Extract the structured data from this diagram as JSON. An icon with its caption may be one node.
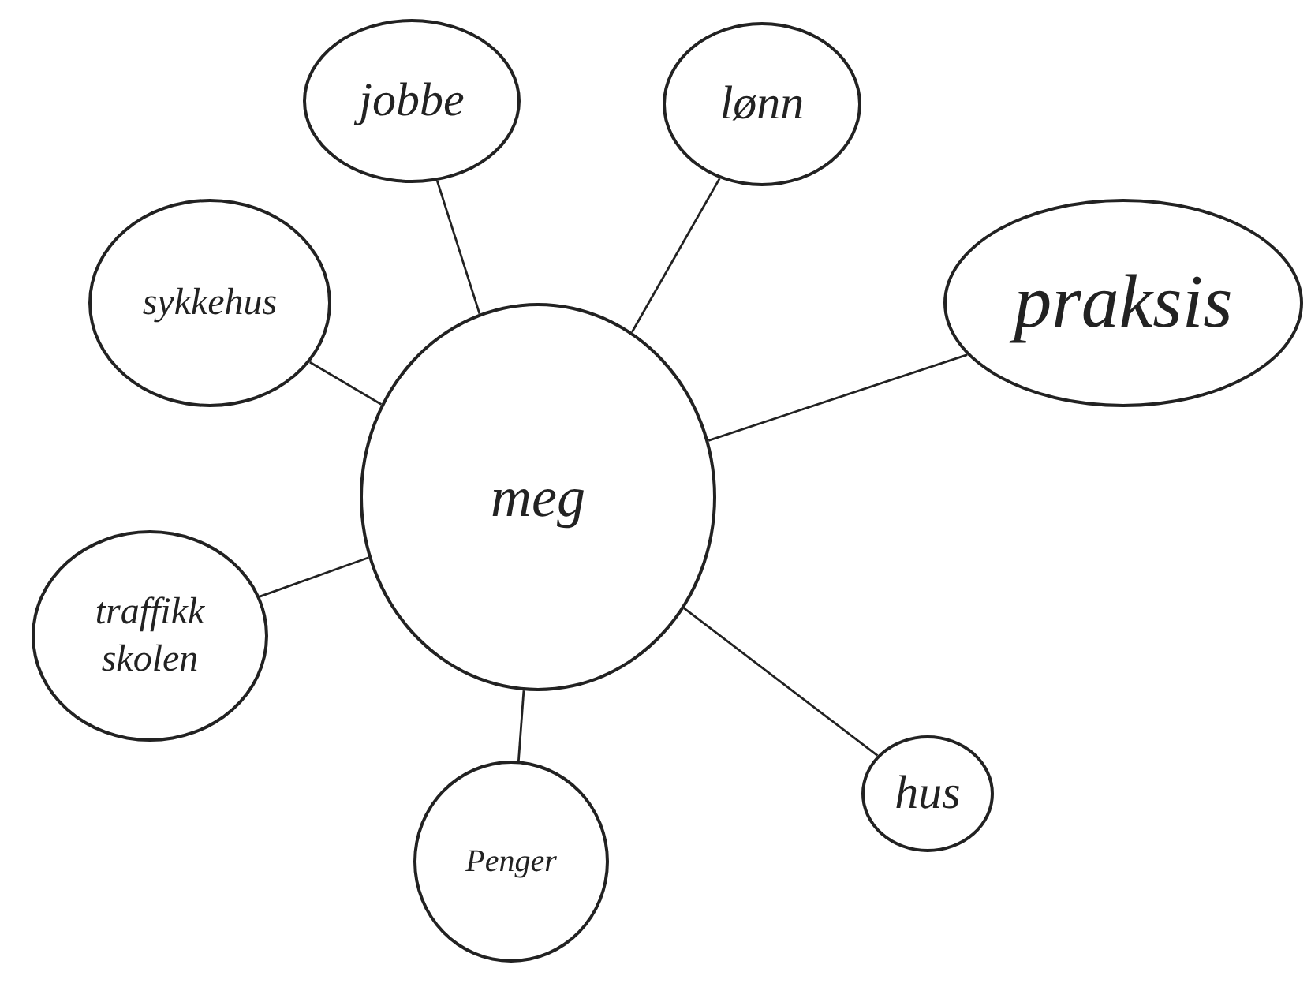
{
  "diagram": {
    "nodes": [
      {
        "text": [
          "meg"
        ]
      },
      {
        "text": [
          "jobbe"
        ]
      },
      {
        "text": [
          "lønn"
        ]
      },
      {
        "text": [
          "sykkehus"
        ]
      },
      {
        "text": [
          "praksis"
        ]
      },
      {
        "text": [
          "traffikk skolen"
        ]
      },
      {
        "text": [
          "hus"
        ]
      },
      {
        "text": [
          "Penger"
        ]
      }
    ],
    "edges": [
      {
        "from": 0,
        "to": 1,
        "arrow": "none"
      },
      {
        "from": 0,
        "to": 2,
        "arrow": "none"
      },
      {
        "from": 0,
        "to": 3,
        "arrow": "none"
      },
      {
        "from": 0,
        "to": 4,
        "arrow": "none"
      },
      {
        "from": 0,
        "to": 5,
        "arrow": "none"
      },
      {
        "from": 0,
        "to": 6,
        "arrow": "none"
      },
      {
        "from": 0,
        "to": 7,
        "arrow": "none"
      }
    ]
  }
}
